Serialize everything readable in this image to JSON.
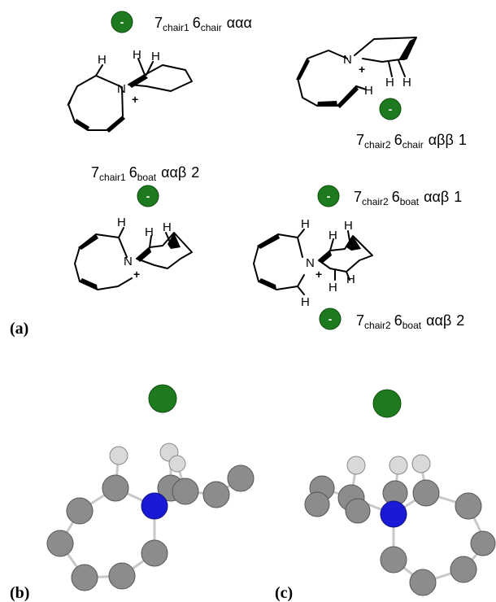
{
  "conformers": [
    {
      "id": "c1",
      "ring7": "7",
      "ring7_sub": "chair1",
      "ring6": "6",
      "ring6_sub": "chair",
      "config": "ααα",
      "index": ""
    },
    {
      "id": "c2",
      "ring7": "7",
      "ring7_sub": "chair2",
      "ring6": "6",
      "ring6_sub": "chair",
      "config": "αββ",
      "index": "1"
    },
    {
      "id": "c3",
      "ring7": "7",
      "ring7_sub": "chair1",
      "ring6": "6",
      "ring6_sub": "boat",
      "config": "ααβ",
      "index": "2"
    },
    {
      "id": "c4",
      "ring7": "7",
      "ring7_sub": "chair2",
      "ring6": "6",
      "ring6_sub": "boat",
      "config": "ααβ",
      "index": "1"
    },
    {
      "id": "c5",
      "ring7": "7",
      "ring7_sub": "chair2",
      "ring6": "6",
      "ring6_sub": "boat",
      "config": "ααβ",
      "index": "2"
    }
  ],
  "atoms": {
    "hydrogen": "H",
    "nitrogen": "N",
    "cation_charge": "+",
    "anion_charge": "-"
  },
  "panels": {
    "a": "(a)",
    "b": "(b)",
    "c": "(c)"
  },
  "colors": {
    "anion": "#1e7a1e",
    "nitrogen": "#1a1ad6",
    "carbon": "#8c8c8c",
    "hydrogen": "#d9d9d9",
    "bond": "#c8c8c8"
  }
}
